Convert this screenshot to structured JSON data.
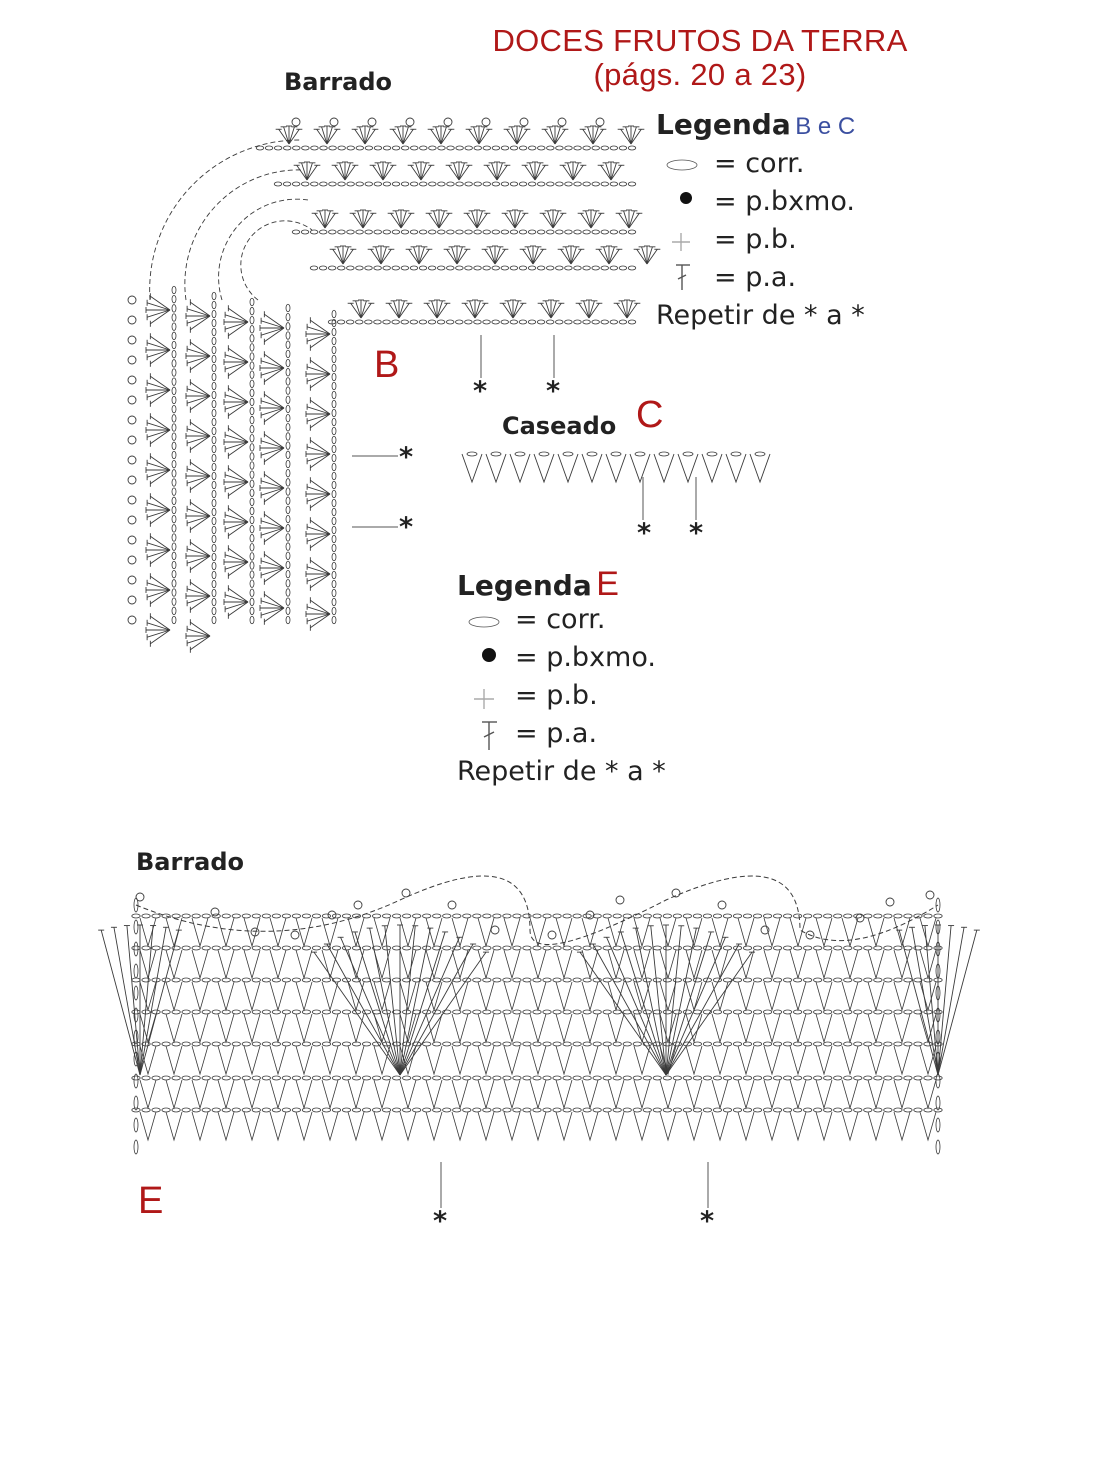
{
  "header": {
    "title": "DOCES FRUTOS DA TERRA",
    "subtitle": "(págs. 20 a 23)"
  },
  "chart_b": {
    "label": "Barrado",
    "marker": "B"
  },
  "chart_c": {
    "label": "Caseado",
    "marker": "C"
  },
  "chart_e": {
    "label": "Barrado",
    "marker": "E"
  },
  "legend_bc": {
    "heading": "Legenda",
    "suffix": "B e C",
    "rows": [
      "= corr.",
      "= p.bxmo.",
      "= p.b.",
      "= p.a."
    ],
    "repeat": "Repetir de * a *"
  },
  "legend_e": {
    "heading": "Legenda",
    "suffix": "E",
    "rows": [
      "= corr.",
      "= p.bxmo.",
      "= p.b.",
      "= p.a."
    ],
    "repeat": "Repetir de * a *"
  },
  "repeat_mark": "*",
  "colors": {
    "marker_red": "#b01818",
    "marker_blue": "#3b4fa0",
    "ink": "#333333"
  }
}
